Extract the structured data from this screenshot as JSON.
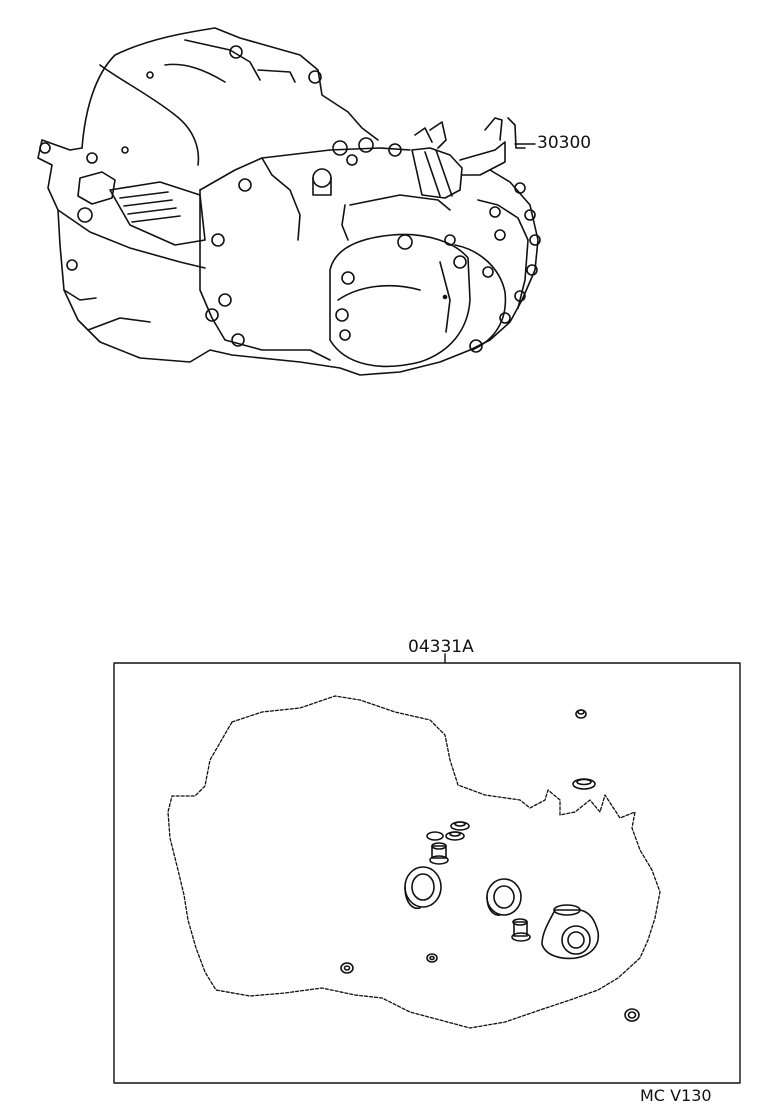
{
  "diagram": {
    "part_transaxle_number": "30300",
    "part_gasket_kit_number": "04331A",
    "figure_code": "MC V130"
  }
}
